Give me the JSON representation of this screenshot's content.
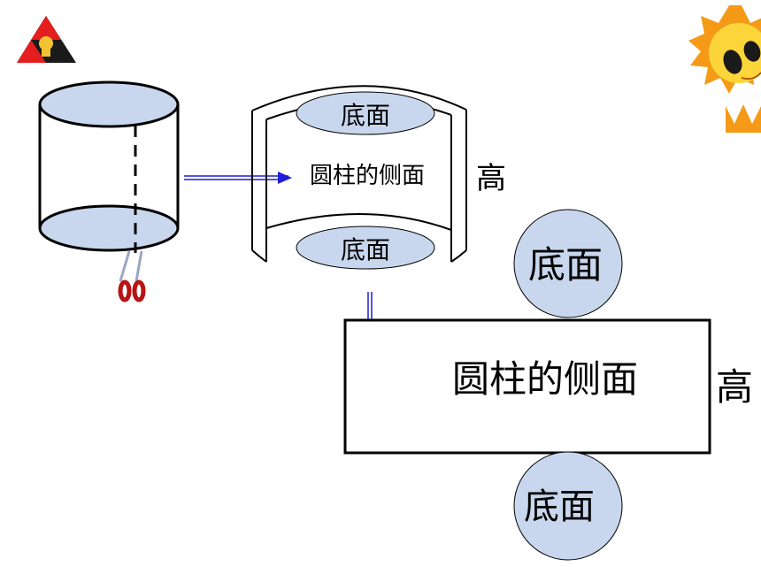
{
  "colors": {
    "base_fill": "#c8d7ee",
    "arrow": "#1f1fd6",
    "outline": "#000000",
    "logo_red": "#e41e1e",
    "logo_black": "#1a1a1a",
    "logo_gold": "#f2c233",
    "sun_orange": "#f59a16",
    "sun_yellow": "#fcd53a"
  },
  "icons": {
    "logo": "school-emblem-icon",
    "sun": "cartoon-sun-icon",
    "scissors": "scissors-icon"
  },
  "curved_net": {
    "top_base_label": "底面",
    "lateral_label": "圆柱的侧面",
    "bottom_base_label": "底面",
    "height_label": "高"
  },
  "flat_net": {
    "top_base_label": "底面",
    "lateral_label": "圆柱的侧面",
    "bottom_base_label": "底面",
    "height_label": "高"
  }
}
